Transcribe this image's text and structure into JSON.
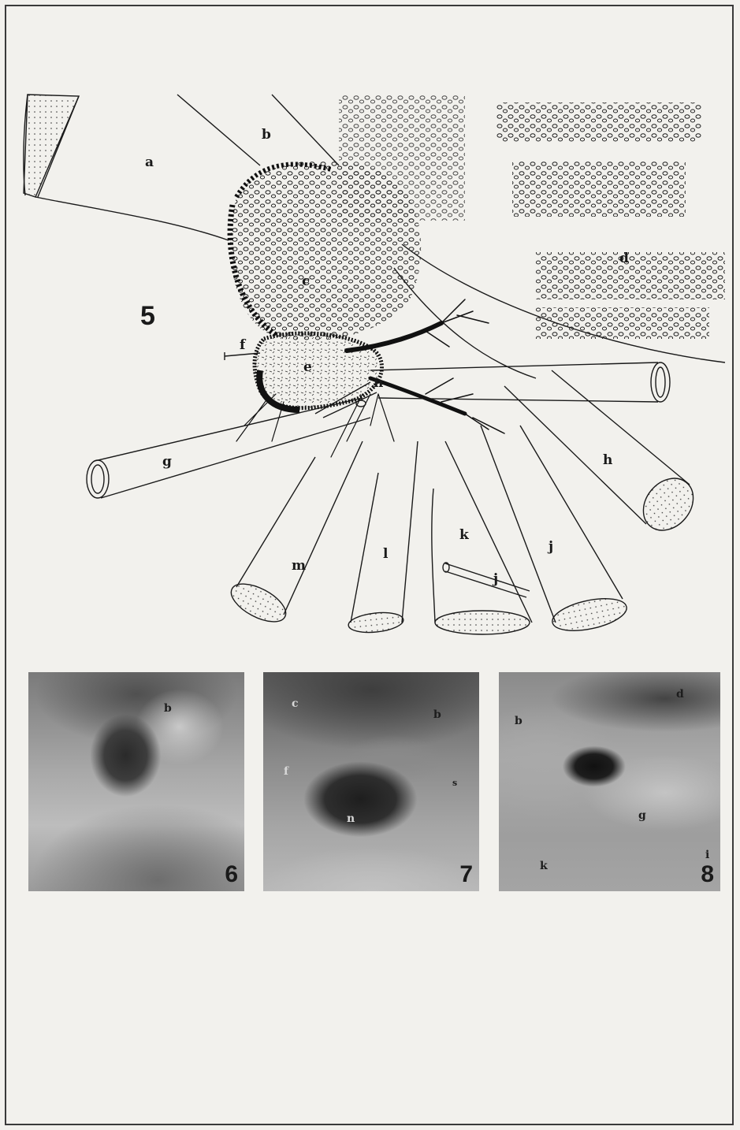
{
  "figures": {
    "fig5": {
      "number": "5",
      "labels": {
        "a": "a",
        "b": "b",
        "c": "c",
        "d": "d",
        "e": "e",
        "f": "f",
        "g": "g",
        "h": "h",
        "j": "j",
        "j2": "j",
        "k": "k",
        "l": "l",
        "m": "m",
        "n": "n"
      }
    },
    "fig6": {
      "number": "6",
      "labels": {
        "b": "b"
      }
    },
    "fig7": {
      "number": "7",
      "labels": {
        "c": "c",
        "b": "b",
        "f": "f",
        "n": "n",
        "x": "s"
      }
    },
    "fig8": {
      "number": "8",
      "labels": {
        "b": "b",
        "d": "d",
        "g": "g",
        "k": "k",
        "i": "i"
      }
    }
  },
  "colors": {
    "paper": "#f2f1ed",
    "ink": "#1a1a1a",
    "photo_gray": "#8f8f8f"
  }
}
